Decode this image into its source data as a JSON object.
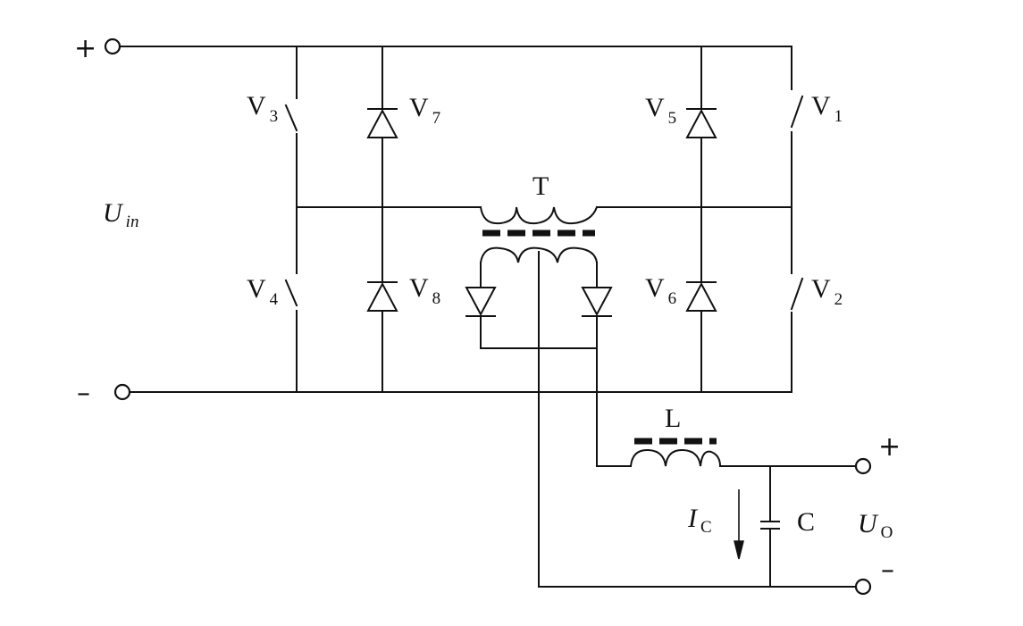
{
  "input": {
    "voltage_main": "U",
    "voltage_sub": "in",
    "plus": "+",
    "minus": "–"
  },
  "switches": [
    {
      "main": "V",
      "sub": "3"
    },
    {
      "main": "V",
      "sub": "4"
    },
    {
      "main": "V",
      "sub": "1"
    },
    {
      "main": "V",
      "sub": "2"
    }
  ],
  "diodes": [
    {
      "main": "V",
      "sub": "7"
    },
    {
      "main": "V",
      "sub": "8"
    },
    {
      "main": "V",
      "sub": "5"
    },
    {
      "main": "V",
      "sub": "6"
    }
  ],
  "transformer": {
    "label": "T"
  },
  "inductor": {
    "label": "L"
  },
  "capacitor": {
    "label": "C"
  },
  "current": {
    "main": "I",
    "sub": "C"
  },
  "output": {
    "voltage_main": "U",
    "voltage_sub": "O",
    "plus": "+",
    "minus": "–"
  }
}
